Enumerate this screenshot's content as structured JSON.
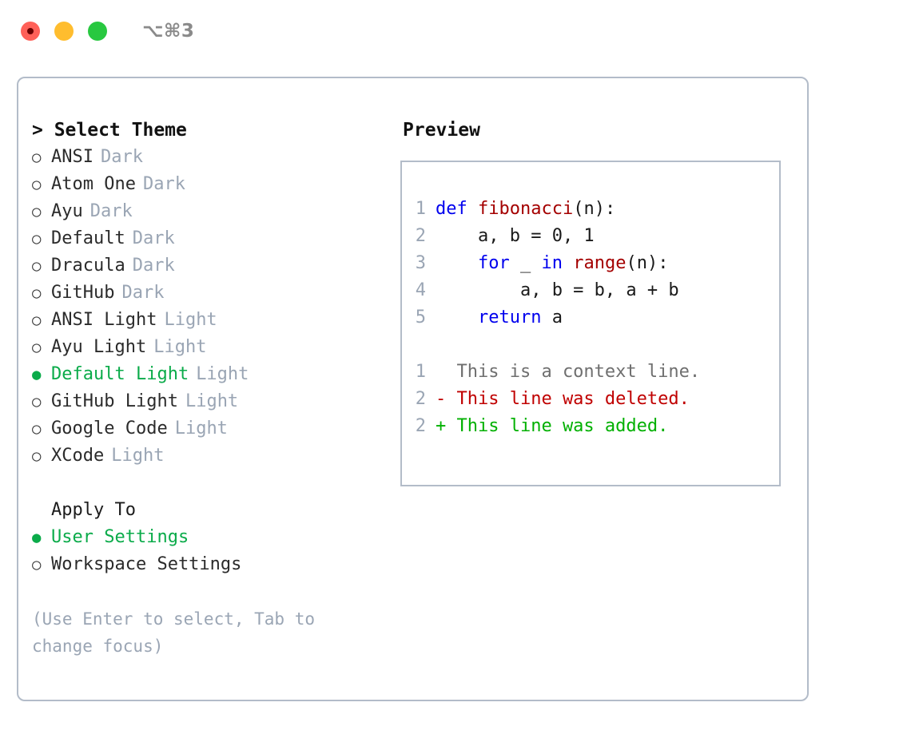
{
  "titlebar": {
    "shortcut": "⌥⌘3",
    "buttons": {
      "close": "close",
      "minimize": "minimize",
      "maximize": "maximize"
    }
  },
  "theme_picker": {
    "header": "> Select Theme",
    "marker_selected": "●",
    "marker_unselected": "○",
    "items": [
      {
        "label": "ANSI",
        "tag": "Dark",
        "selected": false
      },
      {
        "label": "Atom One",
        "tag": "Dark",
        "selected": false
      },
      {
        "label": "Ayu",
        "tag": "Dark",
        "selected": false
      },
      {
        "label": "Default",
        "tag": "Dark",
        "selected": false
      },
      {
        "label": "Dracula",
        "tag": "Dark",
        "selected": false
      },
      {
        "label": "GitHub",
        "tag": "Dark",
        "selected": false
      },
      {
        "label": "ANSI Light",
        "tag": "Light",
        "selected": false
      },
      {
        "label": "Ayu Light",
        "tag": "Light",
        "selected": false
      },
      {
        "label": "Default Light",
        "tag": "Light",
        "selected": true
      },
      {
        "label": "GitHub Light",
        "tag": "Light",
        "selected": false
      },
      {
        "label": "Google Code",
        "tag": "Light",
        "selected": false
      },
      {
        "label": "XCode",
        "tag": "Light",
        "selected": false
      }
    ]
  },
  "apply_to": {
    "header": "Apply To",
    "items": [
      {
        "label": "User Settings",
        "selected": true
      },
      {
        "label": "Workspace Settings",
        "selected": false
      }
    ]
  },
  "hint": "(Use Enter to select, Tab to\nchange focus)",
  "preview": {
    "title": "Preview",
    "code_lines": [
      {
        "no": "1",
        "tokens": [
          {
            "t": "def",
            "c": "kw"
          },
          {
            "t": " ",
            "c": "plain"
          },
          {
            "t": "fibonacci",
            "c": "fn"
          },
          {
            "t": "(n):",
            "c": "plain"
          }
        ]
      },
      {
        "no": "2",
        "tokens": [
          {
            "t": "    a, b = 0, 1",
            "c": "plain"
          }
        ]
      },
      {
        "no": "3",
        "tokens": [
          {
            "t": "    ",
            "c": "plain"
          },
          {
            "t": "for",
            "c": "kw"
          },
          {
            "t": " _ ",
            "c": "plain"
          },
          {
            "t": "in",
            "c": "kw"
          },
          {
            "t": " ",
            "c": "plain"
          },
          {
            "t": "range",
            "c": "fn"
          },
          {
            "t": "(n):",
            "c": "plain"
          }
        ]
      },
      {
        "no": "4",
        "tokens": [
          {
            "t": "        a, b = b, a + b",
            "c": "plain"
          }
        ]
      },
      {
        "no": "5",
        "tokens": [
          {
            "t": "    ",
            "c": "plain"
          },
          {
            "t": "return",
            "c": "kw"
          },
          {
            "t": " a",
            "c": "plain"
          }
        ]
      }
    ],
    "diff_lines": [
      {
        "no": "1",
        "text": "  This is a context line.",
        "kind": "ctx"
      },
      {
        "no": "2",
        "text": "- This line was deleted.",
        "kind": "del"
      },
      {
        "no": "2",
        "text": "+ This line was added.",
        "kind": "add"
      }
    ]
  },
  "colors": {
    "accent_green": "#0bab4a",
    "diff_add": "#00b000",
    "diff_del": "#c00000",
    "keyword": "#0000ee",
    "function": "#a40000",
    "muted": "#9aa5b4",
    "border": "#b3bcc9"
  }
}
